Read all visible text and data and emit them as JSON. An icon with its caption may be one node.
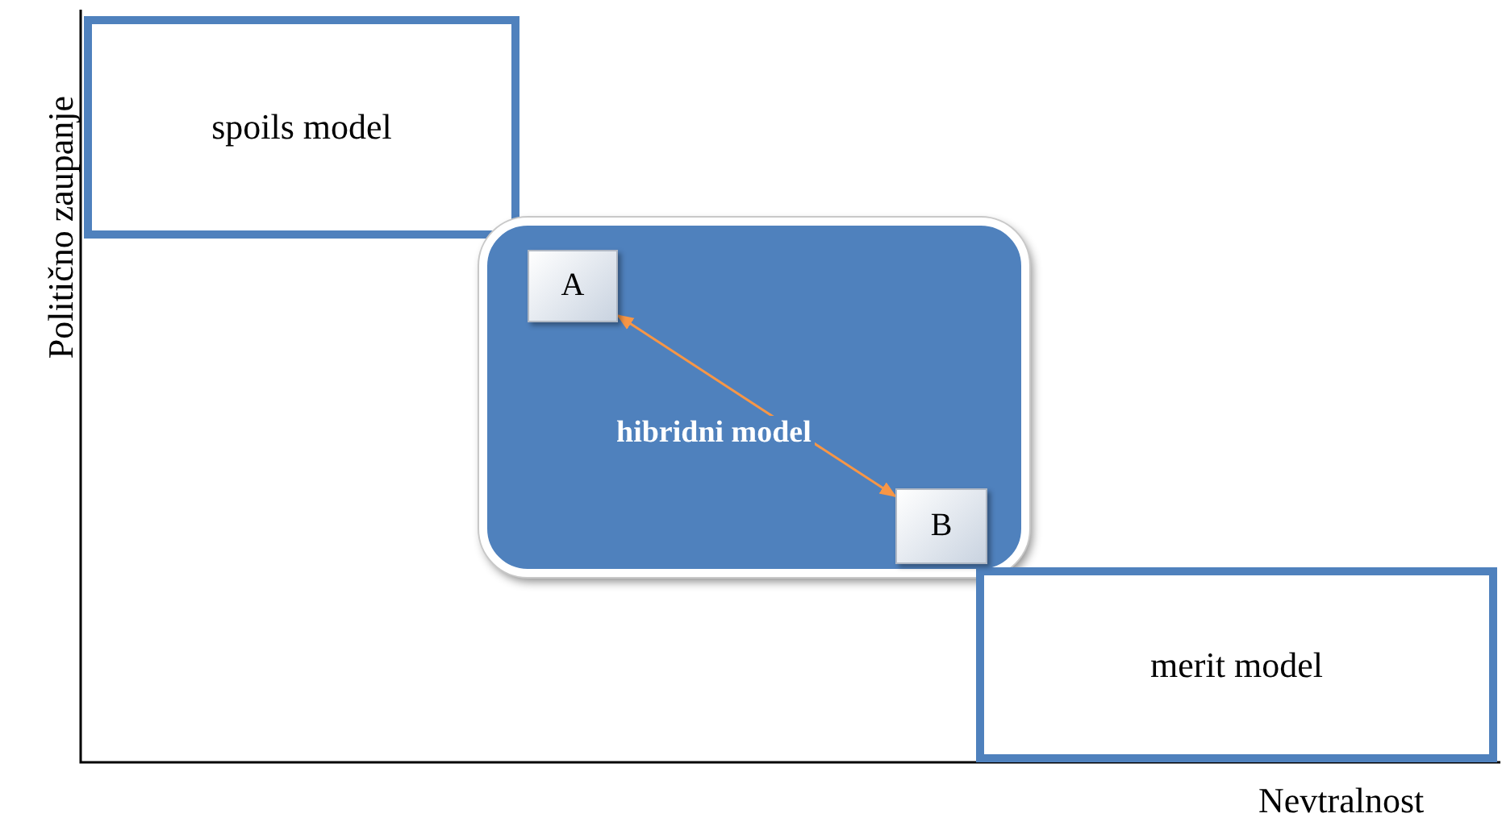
{
  "diagram": {
    "nodes": [
      {
        "text": [
          "spoils model"
        ]
      },
      {
        "text": [
          "hibridni model"
        ]
      },
      {
        "text": [
          "A"
        ],
        "in": 1
      },
      {
        "text": [
          "B"
        ],
        "in": 1
      },
      {
        "text": [
          "merit model"
        ]
      }
    ],
    "edges": [
      {
        "from": 2,
        "to": 3,
        "arrow": "both",
        "color": "#f79646"
      }
    ],
    "labels": [
      "Politično zaupanje",
      "Nevtralnost"
    ]
  }
}
